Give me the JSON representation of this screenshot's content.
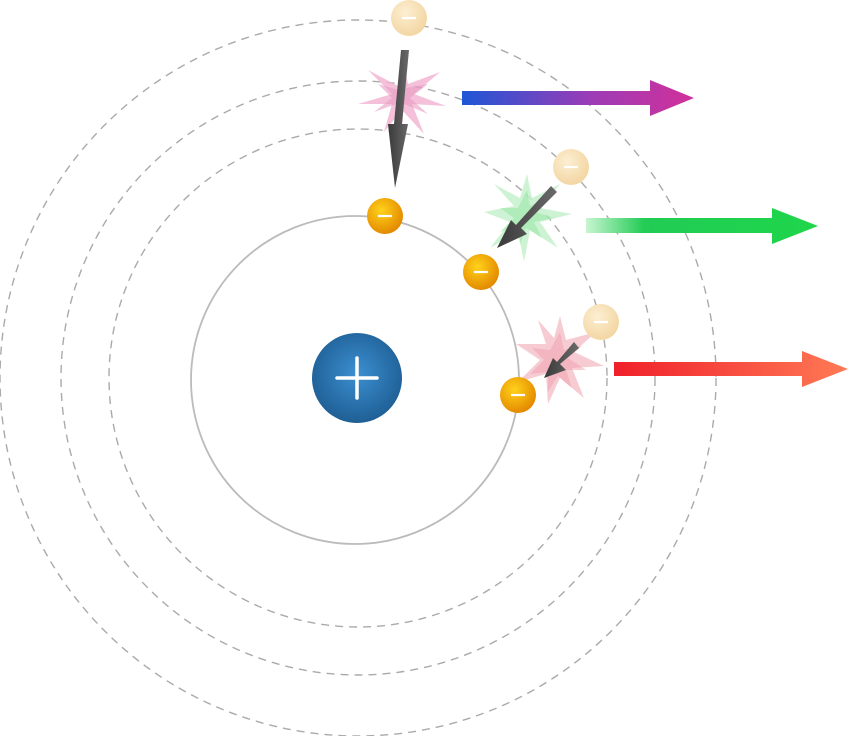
{
  "diagram": {
    "nucleus": {
      "symbol": "+",
      "icon": "plus-icon",
      "color": "#2a6fa8"
    },
    "electron": {
      "symbol": "−",
      "color": "#f0a000"
    },
    "ghost_electron": {
      "symbol": "−",
      "color": "#f7dfb0"
    },
    "orbits": {
      "ground_color": "#bbbbbb",
      "excited_color": "#aaaaaa",
      "excited_count": 3
    },
    "transitions": [
      {
        "id": "violet",
        "burst_color": "#e58ab8",
        "photon_gradient": [
          "#1e56d6",
          "#c43aa6",
          "#d2309a"
        ]
      },
      {
        "id": "green",
        "burst_color": "#7fe08a",
        "photon_gradient": [
          "#a8f0b8",
          "#22cc55",
          "#1ed64a"
        ]
      },
      {
        "id": "red",
        "burst_color": "#f09aa8",
        "photon_gradient": [
          "#f0202a",
          "#f45a40",
          "#ff7a55"
        ]
      }
    ]
  }
}
